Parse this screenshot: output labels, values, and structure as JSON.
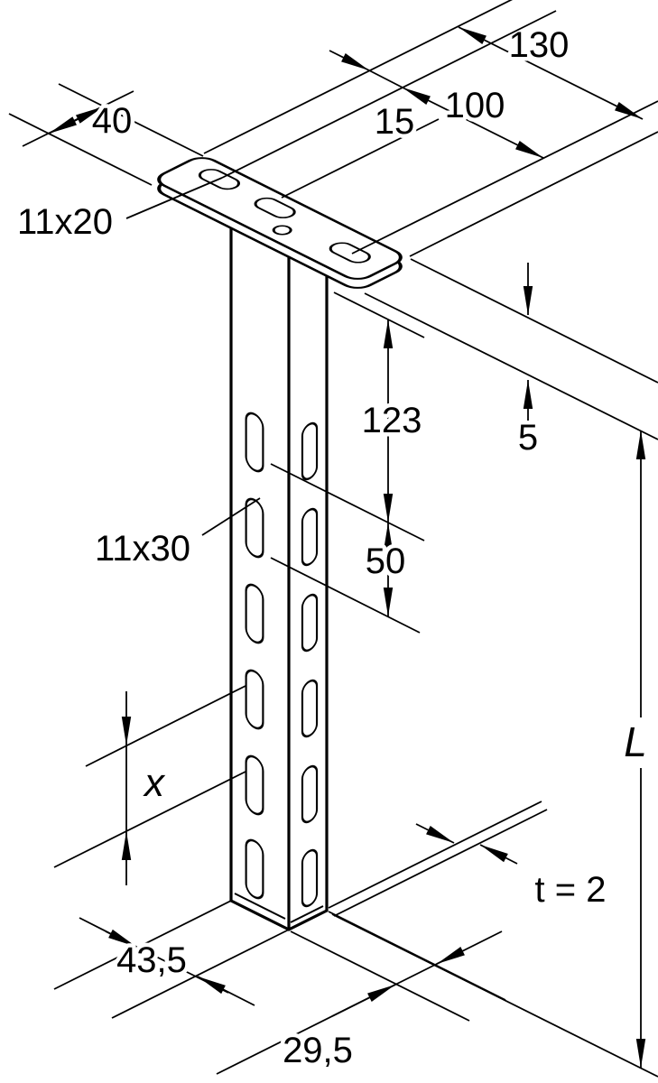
{
  "drawing": {
    "type": "technical-dimension-drawing",
    "subject": "U-profile ceiling hanger with head plate",
    "labels": {
      "plate_width": "40",
      "plate_slot": "11x20",
      "plate_length": "130",
      "hole_spacing": "100",
      "slot_offset": "15",
      "plate_thickness": "5",
      "top_to_first_slot": "123",
      "profile_slot": "11x30",
      "slot_pitch": "50",
      "pitch_x": "x",
      "profile_length": "L",
      "wall_thickness": "t = 2",
      "profile_width": "43,5",
      "profile_depth": "29,5"
    }
  }
}
